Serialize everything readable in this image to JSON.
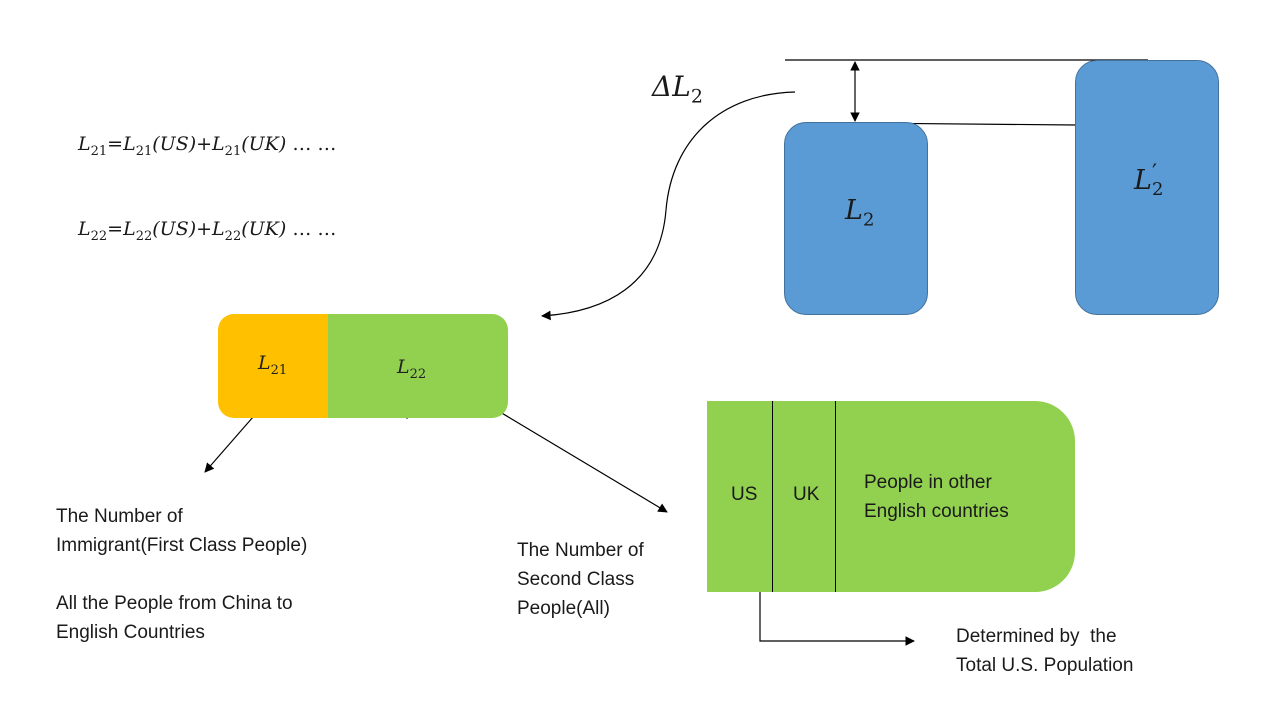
{
  "delta_label": "ΔL",
  "delta_sub": "2",
  "equations": [
    {
      "lhs": "L",
      "lhs_sub": "21",
      "t1": "L",
      "t1_sub": "21",
      "t1_arg": "(US)",
      "t2": "L",
      "t2_sub": "21",
      "t2_arg": "(UK)",
      "tail": "… …"
    },
    {
      "lhs": "L",
      "lhs_sub": "22",
      "t1": "L",
      "t1_sub": "22",
      "t1_arg": "(US)",
      "t2": "L",
      "t2_sub": "22",
      "t2_arg": "(UK)",
      "tail": "… …"
    }
  ],
  "boxes": {
    "l2": {
      "main": "L",
      "sub": "2"
    },
    "l2_prime": {
      "main": "L",
      "sup": "′",
      "sub": "2"
    }
  },
  "split_bar": {
    "left": {
      "main": "L",
      "sub": "21",
      "color": "#ffc000"
    },
    "right": {
      "main": "L",
      "sub": "22",
      "color": "#92d050"
    }
  },
  "country_box": {
    "col1": "US",
    "col2": "UK",
    "col3_line1": "People in other",
    "col3_line2": "English countries",
    "color": "#92d050"
  },
  "captions": {
    "first_class_line1": "The Number of",
    "first_class_line2": "Immigrant(First Class People)",
    "all_people_line1": "All the People from China to",
    "all_people_line2": "English Countries",
    "second_class_line1": "The Number of",
    "second_class_line2": "Second Class",
    "second_class_line3": "People(All)",
    "determined_line1": "Determined by  the",
    "determined_line2": "Total U.S. Population"
  }
}
